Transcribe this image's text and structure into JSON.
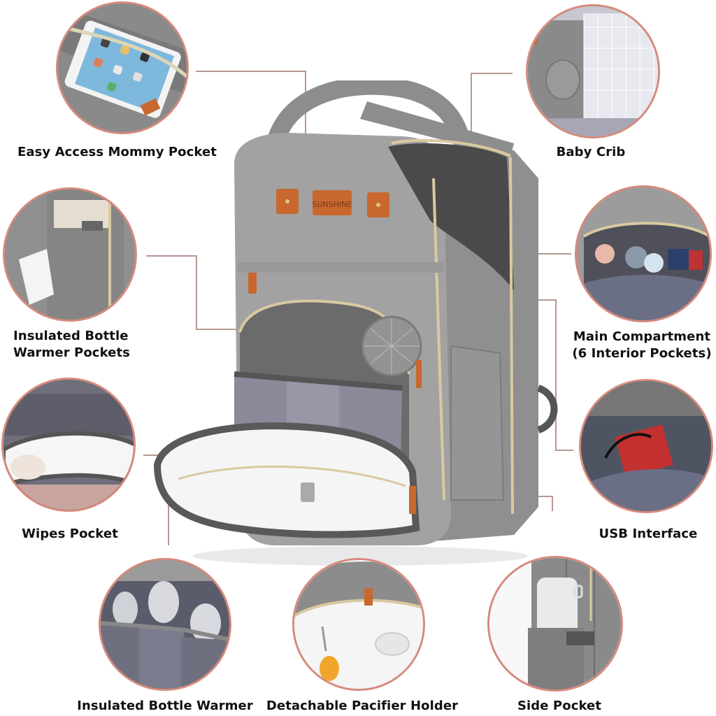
{
  "infographic": {
    "product": "Diaper Bag Backpack",
    "brand_tag": "SUNSHINE",
    "accent_color": "#d58a7c",
    "connector_color": "#b89690",
    "fabric_color": "#9c9c9c",
    "leather_color": "#c8682e",
    "features": [
      {
        "id": "mommy-pocket",
        "label": "Easy Access Mommy Pocket",
        "detail": "tablet in zip pocket"
      },
      {
        "id": "baby-crib",
        "label": "Baby Crib",
        "detail": "foldout crib with mesh net"
      },
      {
        "id": "bottle-warmer-pockets",
        "label_line1": "Insulated Bottle",
        "label_line2": "Warmer Pockets",
        "detail": "side pocket with tissue"
      },
      {
        "id": "main-compartment",
        "label_line1": "Main Compartment",
        "label_line2": "(6 Interior Pockets)",
        "detail": "open main compartment"
      },
      {
        "id": "wipes-pocket",
        "label": "Wipes Pocket",
        "detail": "wipes flap"
      },
      {
        "id": "usb-interface",
        "label": "USB Interface",
        "detail": "power bank cable inside"
      },
      {
        "id": "bottle-warmer",
        "label": "Insulated Bottle Warmer",
        "detail": "three bottles in pockets"
      },
      {
        "id": "pacifier-holder",
        "label": "Detachable Pacifier Holder",
        "detail": "round pouch with pacifier"
      },
      {
        "id": "side-pocket",
        "label": "Side Pocket",
        "detail": "thermos in side pocket"
      }
    ]
  }
}
